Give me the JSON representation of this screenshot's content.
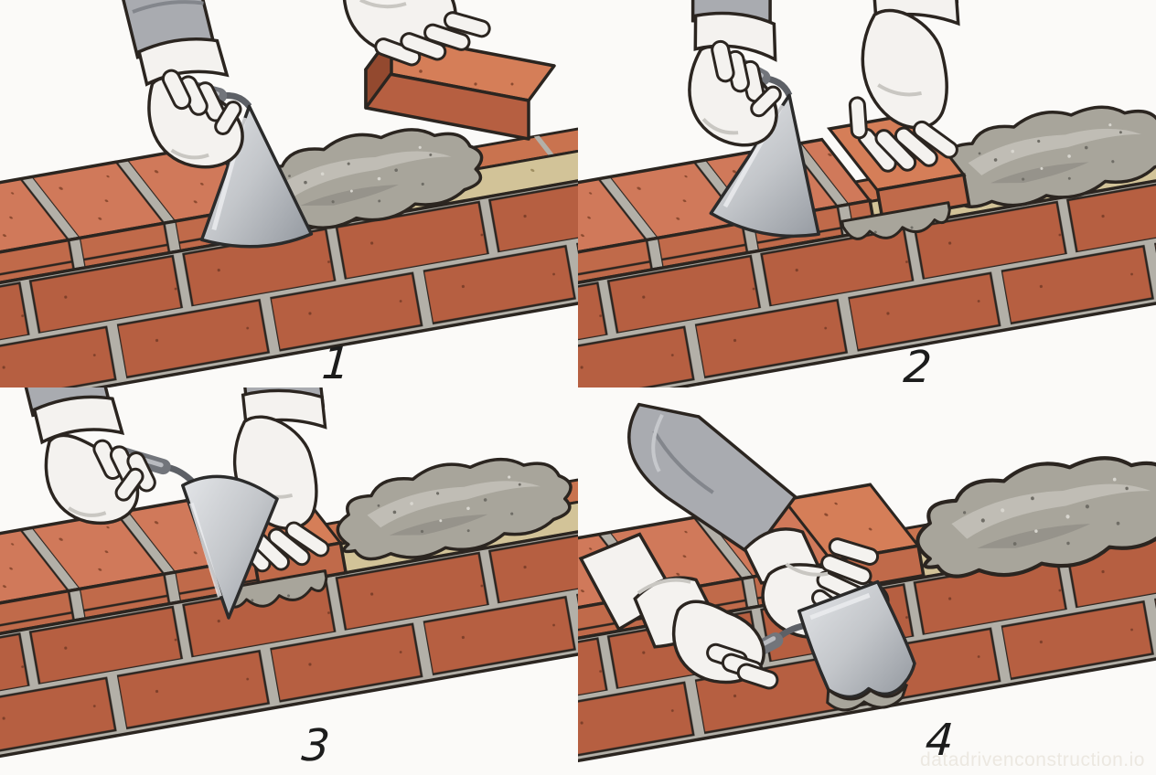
{
  "page": {
    "background": "#fbfaf8",
    "watermark": "datadrivenconstruction.io"
  },
  "illustration": {
    "subject": "bricklaying-steps",
    "steps": [
      {
        "label": "1",
        "action": "spread-mortar-bed-with-trowel"
      },
      {
        "label": "2",
        "action": "set-brick-onto-mortar-bed"
      },
      {
        "label": "3",
        "action": "press-brick-trim-joint-with-trowel"
      },
      {
        "label": "4",
        "action": "hold-brick-strike-excess-mortar"
      }
    ],
    "palette": {
      "brick_top": "#d0795a",
      "brick_face": "#b65f41",
      "brick_side": "#93492f",
      "mortar_joint": "#b3b0a8",
      "mortar_fresh": "#a8a59b",
      "sand_bed": "#d2c398",
      "glove": "#f4f2ef",
      "cuff": "#a9abb0",
      "steel_light": "#dfe1e4",
      "steel_dark": "#9499a0",
      "outline": "#2b2520",
      "number_color": "#1c1c1c",
      "watermark_color": "#ece8e1"
    }
  }
}
